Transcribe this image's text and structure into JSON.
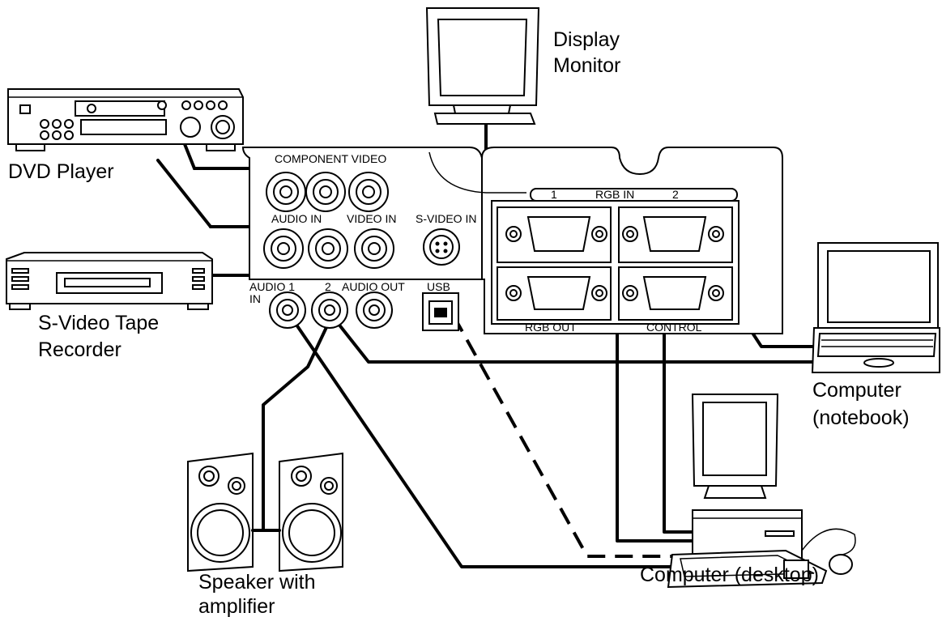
{
  "devices": {
    "display_monitor": [
      "Display",
      "Monitor"
    ],
    "dvd_player": "DVD Player",
    "svideo_recorder": [
      "S-Video Tape",
      "Recorder"
    ],
    "notebook": [
      "Computer",
      "(notebook)"
    ],
    "desktop": "Computer (desktop)",
    "speaker": [
      "Speaker with",
      "amplifier"
    ]
  },
  "panel": {
    "component_video": "COMPONENT VIDEO",
    "audio_in": "AUDIO IN",
    "video_in": "VIDEO IN",
    "svideo_in": "S-VIDEO IN",
    "audio1_in": [
      "AUDIO 1",
      "IN"
    ],
    "audio_2": "2",
    "audio_out": "AUDIO OUT",
    "usb": "USB",
    "rgb_in_1": "1",
    "rgb_in": "RGB  IN",
    "rgb_in_2": "2",
    "rgb_out": "RGB  OUT",
    "control": "CONTROL"
  }
}
